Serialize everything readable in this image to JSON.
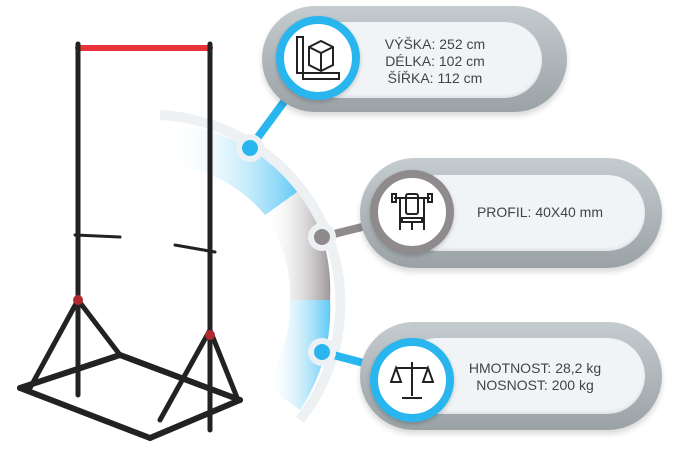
{
  "specs": [
    {
      "icon": "dimensions-icon",
      "lines": [
        "VÝŠKA: 252 cm",
        "DÉLKA: 102 cm",
        "ŠÍŘKA: 112 cm"
      ],
      "color": "#29b6ef"
    },
    {
      "icon": "bench-press-icon",
      "lines": [
        "PROFIL: 40X40 mm"
      ],
      "color": "#8f8a8c"
    },
    {
      "icon": "scales-icon",
      "lines": [
        "HMOTNOST: 28,2 kg",
        "NOSNOST: 200 kg"
      ],
      "color": "#29b6ef"
    }
  ],
  "colors": {
    "blue": "#29b6ef",
    "grey": "#8f8a8c",
    "bar_red": "#e8333b"
  }
}
